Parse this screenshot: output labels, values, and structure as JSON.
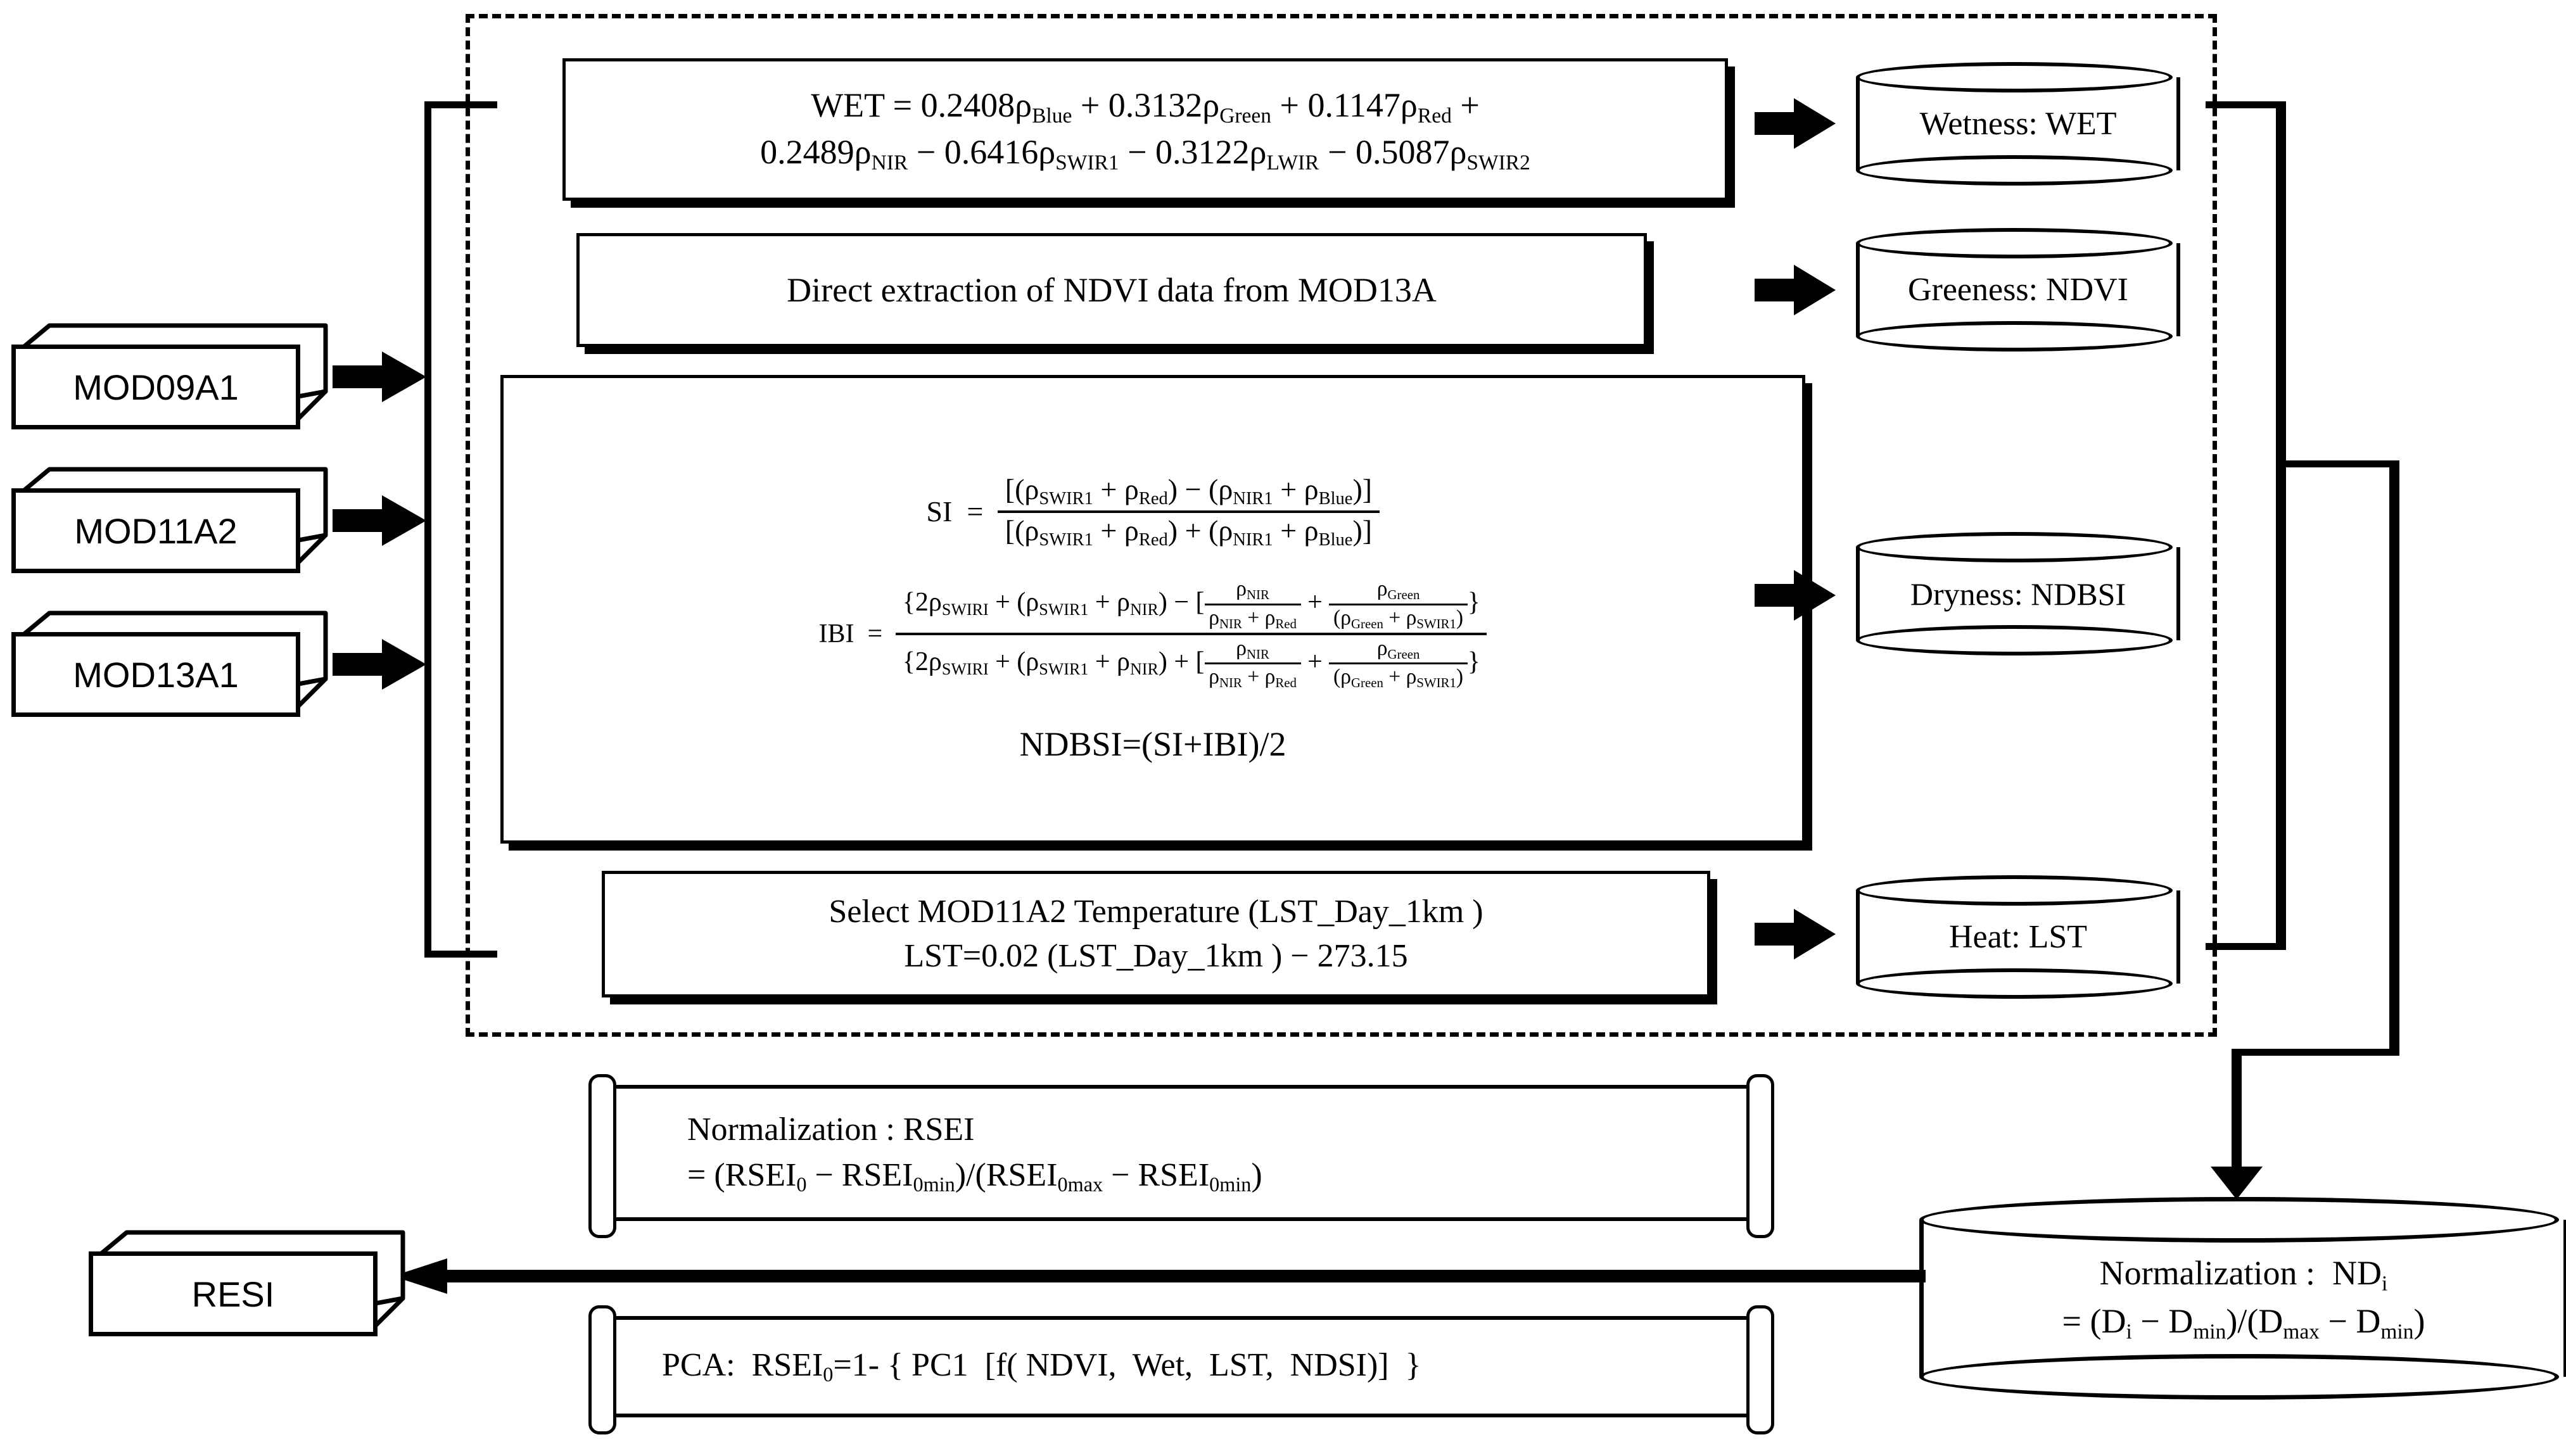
{
  "sources": [
    {
      "id": "mod09a1",
      "label": "MOD09A1"
    },
    {
      "id": "mod11a2",
      "label": "MOD11A2"
    },
    {
      "id": "mod13a1",
      "label": "MOD13A1"
    }
  ],
  "process_boxes": {
    "wet": {
      "name": "wet-formula",
      "line1": "WET = 0.2408ρBlue + 0.3132ρGreen + 0.1147ρRed +",
      "line2": "0.2489ρNIR − 0.6416ρSWIR1 − 0.3122ρLWIR − 0.5087ρSWIR2",
      "lhs": "WET",
      "eq": "=",
      "terms": [
        {
          "sign": "",
          "coef": "0.2408",
          "band": "Blue"
        },
        {
          "sign": "+",
          "coef": "0.3132",
          "band": "Green"
        },
        {
          "sign": "+",
          "coef": "0.1147",
          "band": "Red"
        },
        {
          "sign": "+",
          "coef": "0.2489",
          "band": "NIR"
        },
        {
          "sign": "−",
          "coef": "0.6416",
          "band": "SWIR1"
        },
        {
          "sign": "−",
          "coef": "0.3122",
          "band": "LWIR"
        },
        {
          "sign": "−",
          "coef": "0.5087",
          "band": "SWIR2"
        }
      ]
    },
    "ndvi": {
      "name": "ndvi-extraction",
      "text": "Direct extraction of NDVI data from MOD13A"
    },
    "ndbsi": {
      "si_lhs": "SI",
      "si_num": "[(ρSWIR1 + ρRed) − (ρNIR1 + ρBlue)]",
      "si_den": "[(ρSWIR1 + ρRed) + (ρNIR1 + ρBlue)]",
      "ibi_lhs": "IBI",
      "ibi_num": "{2ρSWIRI + (ρSWIR1 + ρNIR) − [ρNIR/(ρNIR + ρRed) + ρGreen/(ρGreen + ρSWIR1)]}",
      "ibi_den": "{2ρSWIRI + (ρSWIR1 + ρNIR) + [ρNIR/(ρNIR + ρRed) + ρGreen/(ρGreen + ρSWIR1)]}",
      "ndbsi": "NDBSI=(SI+IBI)/2"
    },
    "lst": {
      "line1": "Select MOD11A2 Temperature (LST_Day_1km )",
      "line2": "LST=0.02 (LST_Day_1km ) − 273.15"
    }
  },
  "indicators": [
    {
      "id": "wetness",
      "label": "Wetness: WET"
    },
    {
      "id": "greeness",
      "label": "Greeness: NDVI"
    },
    {
      "id": "dryness",
      "label": "Dryness: NDBSI"
    },
    {
      "id": "heat",
      "label": "Heat: LST"
    }
  ],
  "normalization_nd": {
    "line1": "Normalization : NDi",
    "line2": "= (Di − Dmin)/(Dmax − Dmin)",
    "title": "Normalization",
    "colon": ":",
    "symbol": "ND",
    "sub_i": "i",
    "expr_eq": "=",
    "num_a": "D",
    "num_a_sub": "i",
    "num_b": "D",
    "num_b_sub": "min",
    "den_a": "D",
    "den_a_sub": "max",
    "den_b": "D",
    "den_b_sub": "min",
    "minus": "−",
    "slash": "/"
  },
  "normalization_rsei": {
    "line1": "Normalization : RSEI",
    "line2": "= (RSEI0 − RSEI0min)/(RSEI0max − RSEI0min)",
    "title": "Normalization",
    "colon": ":",
    "symbol": "RSEI",
    "eq": "=",
    "a": "RSEI",
    "a_sub": "0",
    "b": "RSEI",
    "b_sub": "0min",
    "c": "RSEI",
    "c_sub": "0max",
    "d": "RSEI",
    "d_sub": "0min",
    "minus": "−",
    "slash": "/"
  },
  "pca": {
    "text": "PCA:  RSEI0=1- { PC1  [f( NDVI,  Wet,  LST,  NDSI)]  }",
    "prefix": "PCA:",
    "lhs": "RSEI",
    "lhs_sub": "0",
    "eq": "=1-",
    "brace_open": "{",
    "pc": "PC1",
    "bracket_open": "[",
    "fn": "f(",
    "args": "NDVI,  Wet,  LST,  NDSI)",
    "bracket_close": "]",
    "brace_close": "}"
  },
  "output": {
    "id": "resi",
    "label": "RESI"
  },
  "colors": {
    "stroke": "#000000",
    "fill": "#ffffff"
  }
}
